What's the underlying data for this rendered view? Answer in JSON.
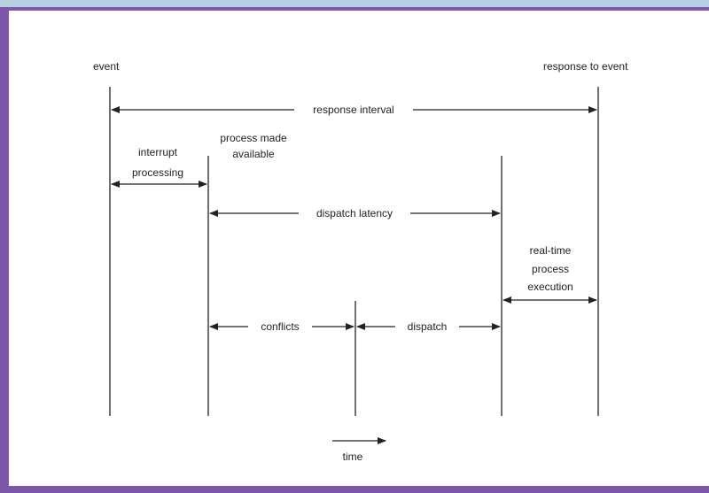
{
  "colors": {
    "border": "#7e58a8",
    "border_top": "#b9cfe2",
    "background": "#ffffff",
    "ink": "#222222"
  },
  "labels": {
    "event": "event",
    "response_to_event": "response to event",
    "response_interval": "response interval",
    "interrupt_processing_line1": "interrupt",
    "interrupt_processing_line2": "processing",
    "process_made_available_line1": "process made",
    "process_made_available_line2": "available",
    "dispatch_latency": "dispatch latency",
    "realtime_line1": "real-time",
    "realtime_line2": "process",
    "realtime_line3": "execution",
    "conflicts": "conflicts",
    "dispatch": "dispatch",
    "time": "time"
  }
}
